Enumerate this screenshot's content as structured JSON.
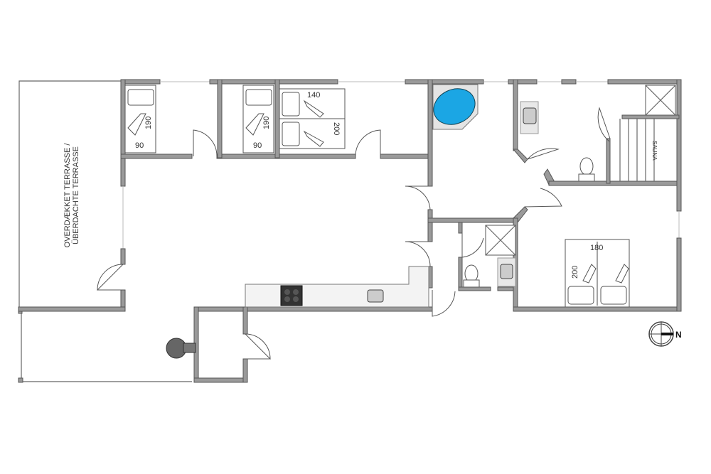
{
  "terrace": {
    "label_da": "OVERDÆKKET TERRASSE /",
    "label_de": "ÜBERDACHTE TERRASSE"
  },
  "beds": {
    "bed1": {
      "width": "90",
      "length": "190"
    },
    "bed2": {
      "width": "90",
      "length": "190"
    },
    "bed3": {
      "width": "140",
      "length": "200"
    },
    "bed4": {
      "width": "180",
      "length": "200"
    }
  },
  "sauna": {
    "label": "SAUNA"
  },
  "compass": {
    "north_label": "N"
  },
  "colors": {
    "wall": "#9a9a9a",
    "whirlpool": "#1ba6e4",
    "stove": "#333333"
  }
}
